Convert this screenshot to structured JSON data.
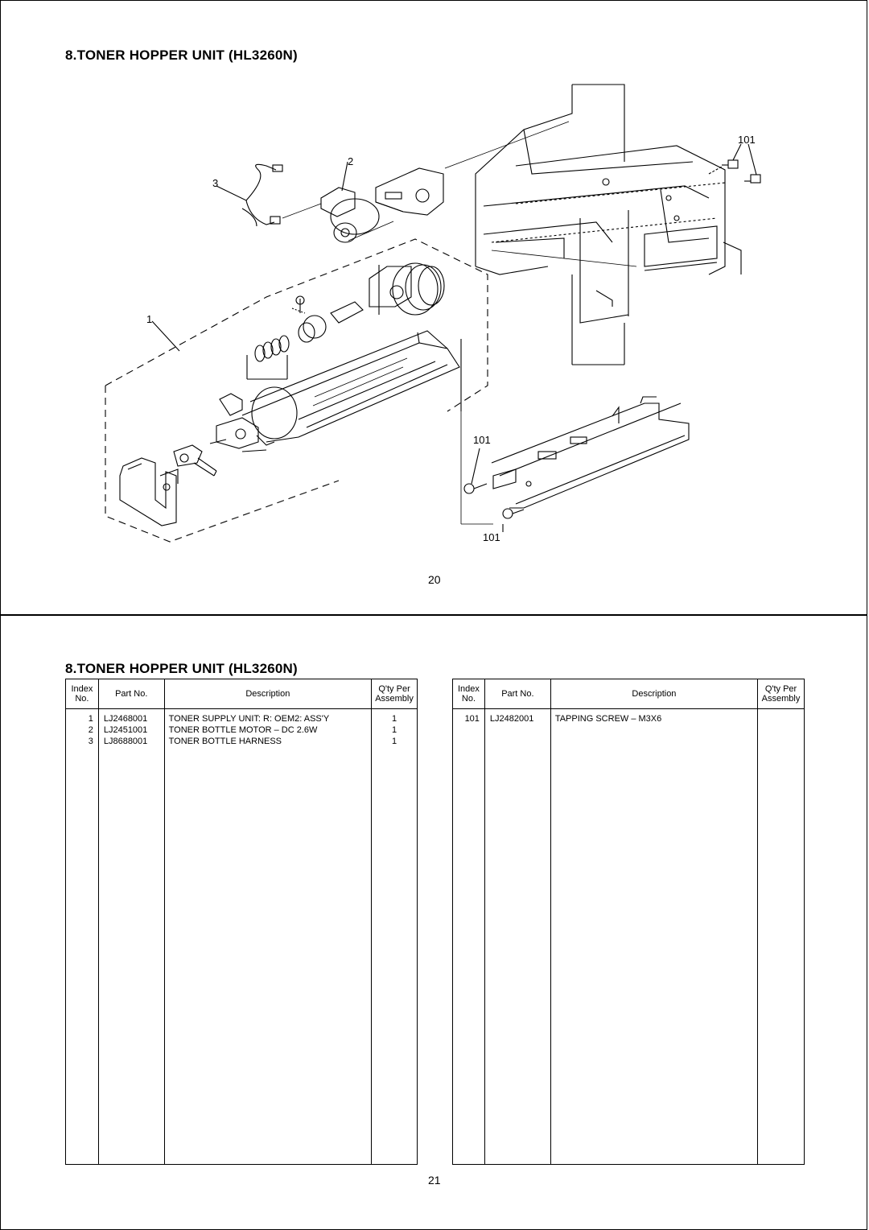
{
  "top_page": {
    "title": "8.TONER HOPPER UNIT (HL3260N)",
    "page_number": "20",
    "callouts": {
      "c101_top": "101",
      "c2": "2",
      "c3": "3",
      "c1": "1",
      "c101_mid": "101",
      "c101_bottom": "101"
    }
  },
  "bottom_page": {
    "title": "8.TONER HOPPER UNIT (HL3260N)",
    "page_number": "21",
    "headers": {
      "index_line1": "Index",
      "index_line2": "No.",
      "part_no": "Part No.",
      "description": "Description",
      "qty_line1": "Q'ty Per",
      "qty_line2": "Assembly"
    },
    "left_table": [
      {
        "index": "1",
        "part_no": "LJ2468001",
        "description": "TONER SUPPLY UNIT: R: OEM2: ASS'Y",
        "qty": "1"
      },
      {
        "index": "2",
        "part_no": "LJ2451001",
        "description": "TONER BOTTLE MOTOR – DC 2.6W",
        "qty": "1"
      },
      {
        "index": "3",
        "part_no": "LJ8688001",
        "description": "TONER BOTTLE HARNESS",
        "qty": "1"
      }
    ],
    "right_table": [
      {
        "index": "101",
        "part_no": "LJ2482001",
        "description": "TAPPING SCREW – M3X6",
        "qty": ""
      }
    ]
  }
}
